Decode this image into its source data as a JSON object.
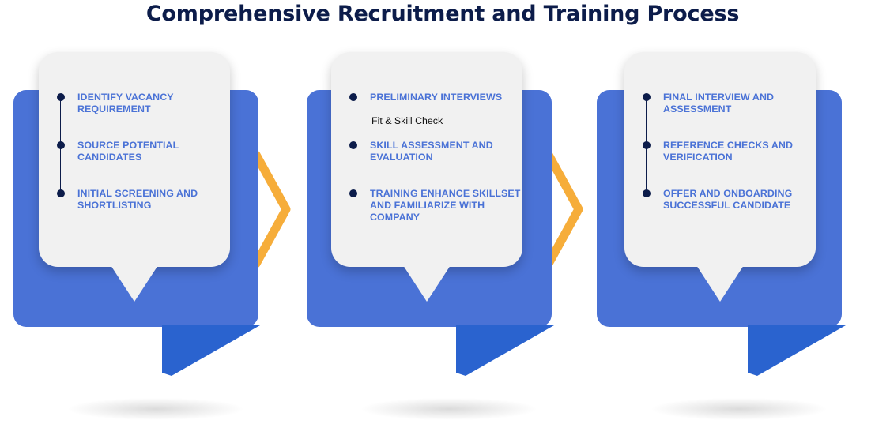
{
  "title": "Comprehensive Recruitment and Training Process",
  "colors": {
    "title": "#0c1c4a",
    "card_back": "#4a72d6",
    "card_tail": "#2a63cf",
    "bubble": "#f1f1f1",
    "step_text": "#4a72d6",
    "bullet": "#0c1c4a",
    "arrow": "#f6ad3a"
  },
  "stages": [
    {
      "steps": [
        {
          "label": "IDENTIFY VACANCY REQUIREMENT",
          "sub": ""
        },
        {
          "label": "SOURCE POTENTIAL CANDIDATES",
          "sub": ""
        },
        {
          "label": "INITIAL SCREENING AND SHORTLISTING",
          "sub": ""
        }
      ]
    },
    {
      "steps": [
        {
          "label": "PRELIMINARY INTERVIEWS",
          "sub": "Fit & Skill Check"
        },
        {
          "label": "SKILL ASSESSMENT AND EVALUATION",
          "sub": ""
        },
        {
          "label": "TRAINING ENHANCE SKILLSET AND FAMILIARIZE WITH COMPANY",
          "sub": ""
        }
      ]
    },
    {
      "steps": [
        {
          "label": "FINAL INTERVIEW AND ASSESSMENT",
          "sub": ""
        },
        {
          "label": "REFERENCE CHECKS AND VERIFICATION",
          "sub": ""
        },
        {
          "label": "OFFER AND ONBOARDING SUCCESSFUL CANDIDATE",
          "sub": ""
        }
      ]
    }
  ]
}
